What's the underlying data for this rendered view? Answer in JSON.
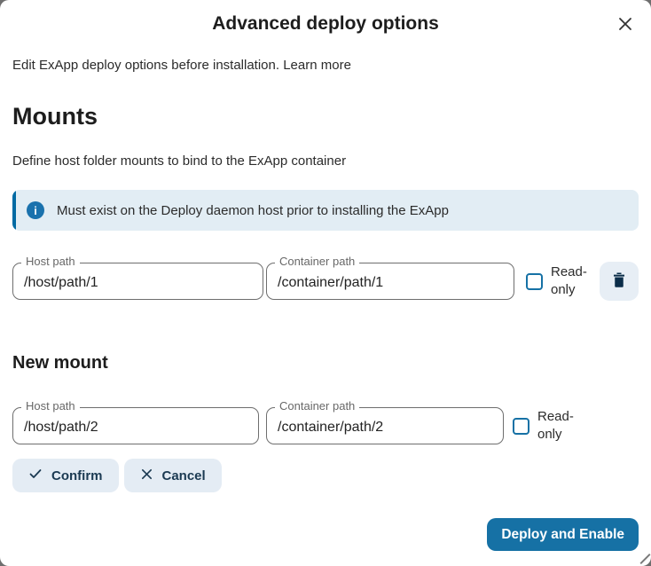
{
  "colors": {
    "accent": "#1671a5",
    "banner_bg": "#e2edf4",
    "banner_bar": "#006aa3",
    "secondary_button_bg": "#e4ecf4",
    "dark_navy": "#1b3a52",
    "backdrop": "#6e6e6e"
  },
  "modal": {
    "title": "Advanced deploy options"
  },
  "intro": {
    "text": "Edit ExApp deploy options before installation.",
    "learn_more": "Learn more"
  },
  "mounts": {
    "heading": "Mounts",
    "description": "Define host folder mounts to bind to the ExApp container",
    "note": "Must exist on the Deploy daemon host prior to installing the ExApp",
    "rows": [
      {
        "host_label": "Host path",
        "host_value": "/host/path/1",
        "container_label": "Container path",
        "container_value": "/container/path/1",
        "readonly_label": "Read-only",
        "readonly_checked": false
      }
    ]
  },
  "new_mount": {
    "heading": "New mount",
    "host_label": "Host path",
    "host_value": "/host/path/2",
    "container_label": "Container path",
    "container_value": "/container/path/2",
    "readonly_label": "Read-only",
    "readonly_checked": false,
    "confirm_label": "Confirm",
    "cancel_label": "Cancel"
  },
  "footer": {
    "primary_label": "Deploy and Enable"
  },
  "icons": {
    "info": "i",
    "close": "close-x",
    "trash": "trash",
    "check": "check",
    "cancel": "x"
  }
}
